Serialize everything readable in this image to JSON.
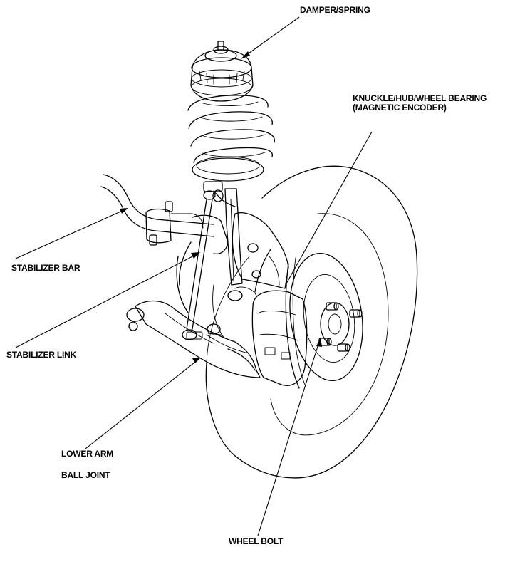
{
  "labels": {
    "damper_spring": "DAMPER/SPRING",
    "knuckle_line1": "KNUCKLE/HUB/WHEEL BEARING",
    "knuckle_line2": "(MAGNETIC ENCODER)",
    "stabilizer_bar": "STABILIZER BAR",
    "stabilizer_link": "STABILIZER LINK",
    "lower_arm": "LOWER ARM",
    "ball_joint": "BALL JOINT",
    "wheel_bolt": "WHEEL BOLT"
  },
  "colors": {
    "ink": "#000000",
    "background": "#ffffff"
  }
}
